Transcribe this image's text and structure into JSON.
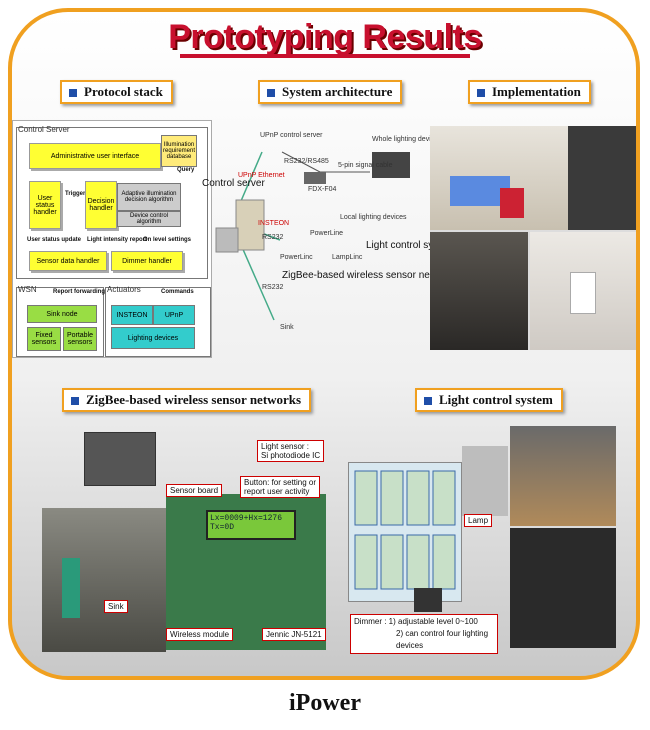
{
  "title": "Prototyping Results",
  "footer": "iPower",
  "sections": {
    "protocol_stack": "Protocol stack",
    "system_architecture": "System architecture",
    "implementation": "Implementation",
    "zigbee": "ZigBee-based wireless sensor networks",
    "light_control": "Light control system"
  },
  "protocol_stack": {
    "control_server": "Control Server",
    "admin_ui": "Administrative user interface",
    "db": "Illumination requirement database",
    "query": "Query",
    "user_status": "User status handler",
    "trigger": "Trigger",
    "decision": "Decision handler",
    "adaptive": "Adaptive illumination decision algorithm",
    "device_control": "Device control algorithm",
    "user_status_update": "User status update",
    "light_report": "Light intensity report",
    "onlevel": "On level settings",
    "sensor_handler": "Sensor data handler",
    "dimmer_handler": "Dimmer handler",
    "wsn": "WSN",
    "report_forwarding": "Report forwarding",
    "actuators": "Actuators",
    "commands": "Commands",
    "sink_node": "Sink node",
    "fixed": "Fixed sensors",
    "portable": "Portable sensors",
    "insteon": "INSTEON",
    "upnp": "UPnP",
    "lighting": "Lighting devices"
  },
  "architecture": {
    "upnp_server": "UPnP control server",
    "rs": "RS232/RS485",
    "cable": "5-pin signal cable",
    "whole": "Whole lighting devices",
    "fdx": "FDX-F04",
    "ethernet": "UPnP Ethernet",
    "control_server": "Control server",
    "insteon": "INSTEON",
    "rs232": "RS232",
    "powerline": "PowerLine",
    "local": "Local lighting devices",
    "powerlinc": "PowerLinc",
    "lamplinc": "LampLinc",
    "light_control_system": "Light control system",
    "zigbee_wsn": "ZigBee-based wireless sensor networks",
    "rs232b": "RS232",
    "sink": "Sink"
  },
  "zigbee": {
    "light_sensor": "Light sensor :\nSi photodiode IC",
    "button": "Button: for setting or\nreport user activity",
    "sensor_board": "Sensor board",
    "lcd1": "Lx=0009+Hx=1276",
    "lcd2": "Tx=0D",
    "sink": "Sink",
    "wireless_module": "Wireless module",
    "jennic": "Jennic JN-5121"
  },
  "light_control": {
    "lamp": "Lamp",
    "dimmer": "Dimmer :  1)  adjustable level 0~100",
    "dimmer2": "2) can control four lighting devices"
  },
  "colors": {
    "accent": "#f0a020",
    "title": "#c8102e",
    "yellow": "#ffff33",
    "teal": "#33cccc",
    "green": "#99dd44"
  }
}
